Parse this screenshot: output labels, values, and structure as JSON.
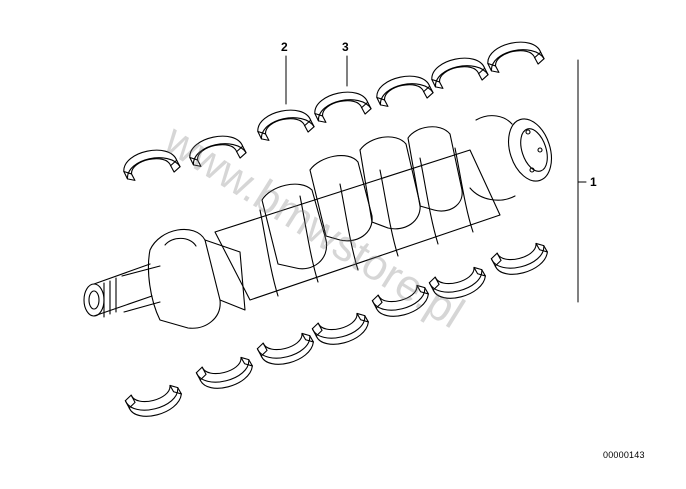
{
  "callouts": {
    "item_1": "1",
    "item_2": "2",
    "item_3": "3"
  },
  "document_number": "00000143",
  "watermark": "www.bmwstore.pl",
  "colors": {
    "line": "#000000",
    "background": "#ffffff",
    "watermark": "#b0b0b0"
  }
}
